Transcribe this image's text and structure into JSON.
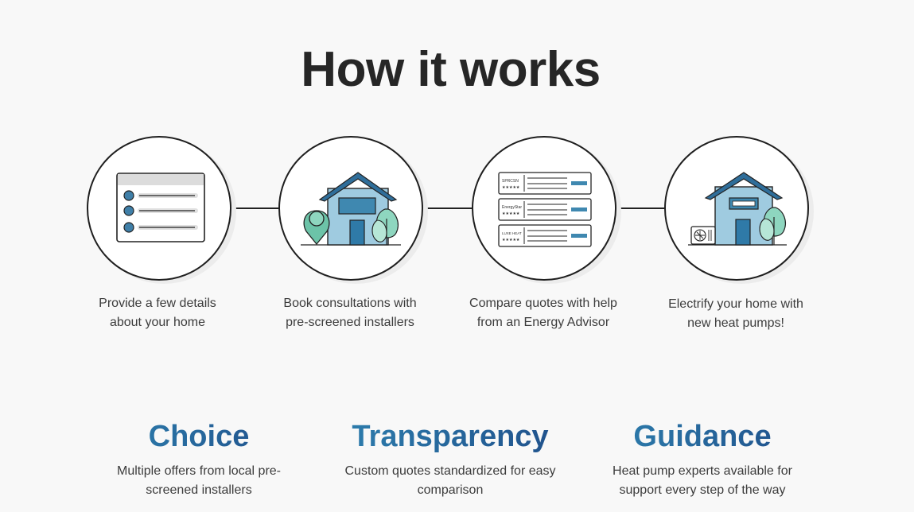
{
  "page": {
    "title": "How it works"
  },
  "steps": [
    {
      "icon": "form-checklist-icon",
      "text": "Provide a few details about your home"
    },
    {
      "icon": "house-location-pin-icon",
      "text": "Book consultations with pre-screened installers"
    },
    {
      "icon": "quote-comparison-icon",
      "text": "Compare quotes with help from an Energy Advisor",
      "quote_brands": [
        "SPRCSN",
        "EnergyStar",
        "LUXE HEAT"
      ]
    },
    {
      "icon": "house-heat-pump-icon",
      "text": "Electrify your home with new heat pumps!"
    }
  ],
  "features": [
    {
      "title": "Choice",
      "text": "Multiple offers from local pre-screened installers"
    },
    {
      "title": "Transparency",
      "text": "Custom quotes standardized for easy comparison"
    },
    {
      "title": "Guidance",
      "text": "Heat pump experts available for support every step of the way"
    }
  ],
  "colors": {
    "accent_start": "#2e7fae",
    "accent_end": "#1f4f8a",
    "icon_blue": "#3f88b0",
    "icon_green": "#6cc3a8"
  }
}
